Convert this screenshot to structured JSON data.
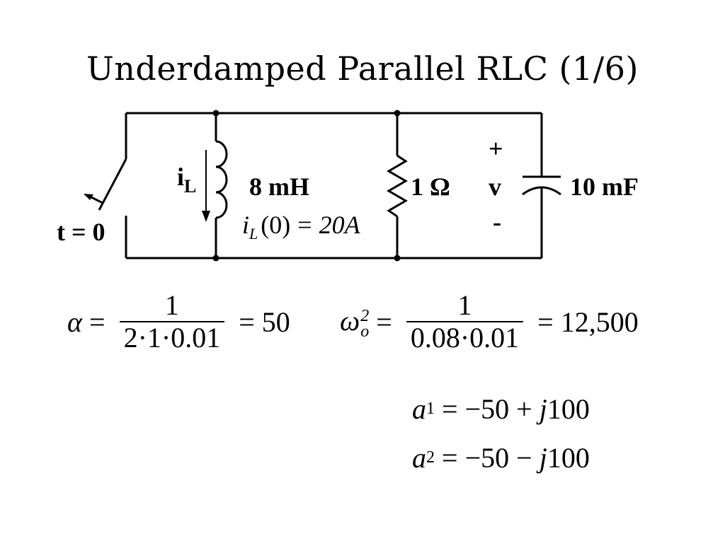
{
  "title": "Underdamped Parallel RLC (1/6)",
  "circuit": {
    "switch_label": "t = 0",
    "inductor": {
      "current_label": "i",
      "current_sub": "L",
      "value": "8 mH",
      "initial_var": "i",
      "initial_sub": "L",
      "initial_arg": "0",
      "initial_rhs": "20A"
    },
    "resistor": {
      "value": "1 Ω"
    },
    "voltage": {
      "plus": "+",
      "name": "v",
      "minus": "-"
    },
    "capacitor": {
      "value": "10 mF"
    }
  },
  "equations": {
    "alpha": {
      "lhs": "α",
      "num": "1",
      "den": "2·1·0.01",
      "result": "50"
    },
    "omega": {
      "lhs": "ω",
      "sub": "o",
      "sup": "2",
      "num": "1",
      "den": "0.08·0.01",
      "result": "12,500"
    },
    "root1": {
      "var": "a",
      "sub": "1",
      "rhs_pre": "−50 +",
      "j": "j",
      "rhs_post": "100"
    },
    "root2": {
      "var": "a",
      "sub": "2",
      "rhs_pre": "−50 −",
      "j": "j",
      "rhs_post": "100"
    }
  }
}
